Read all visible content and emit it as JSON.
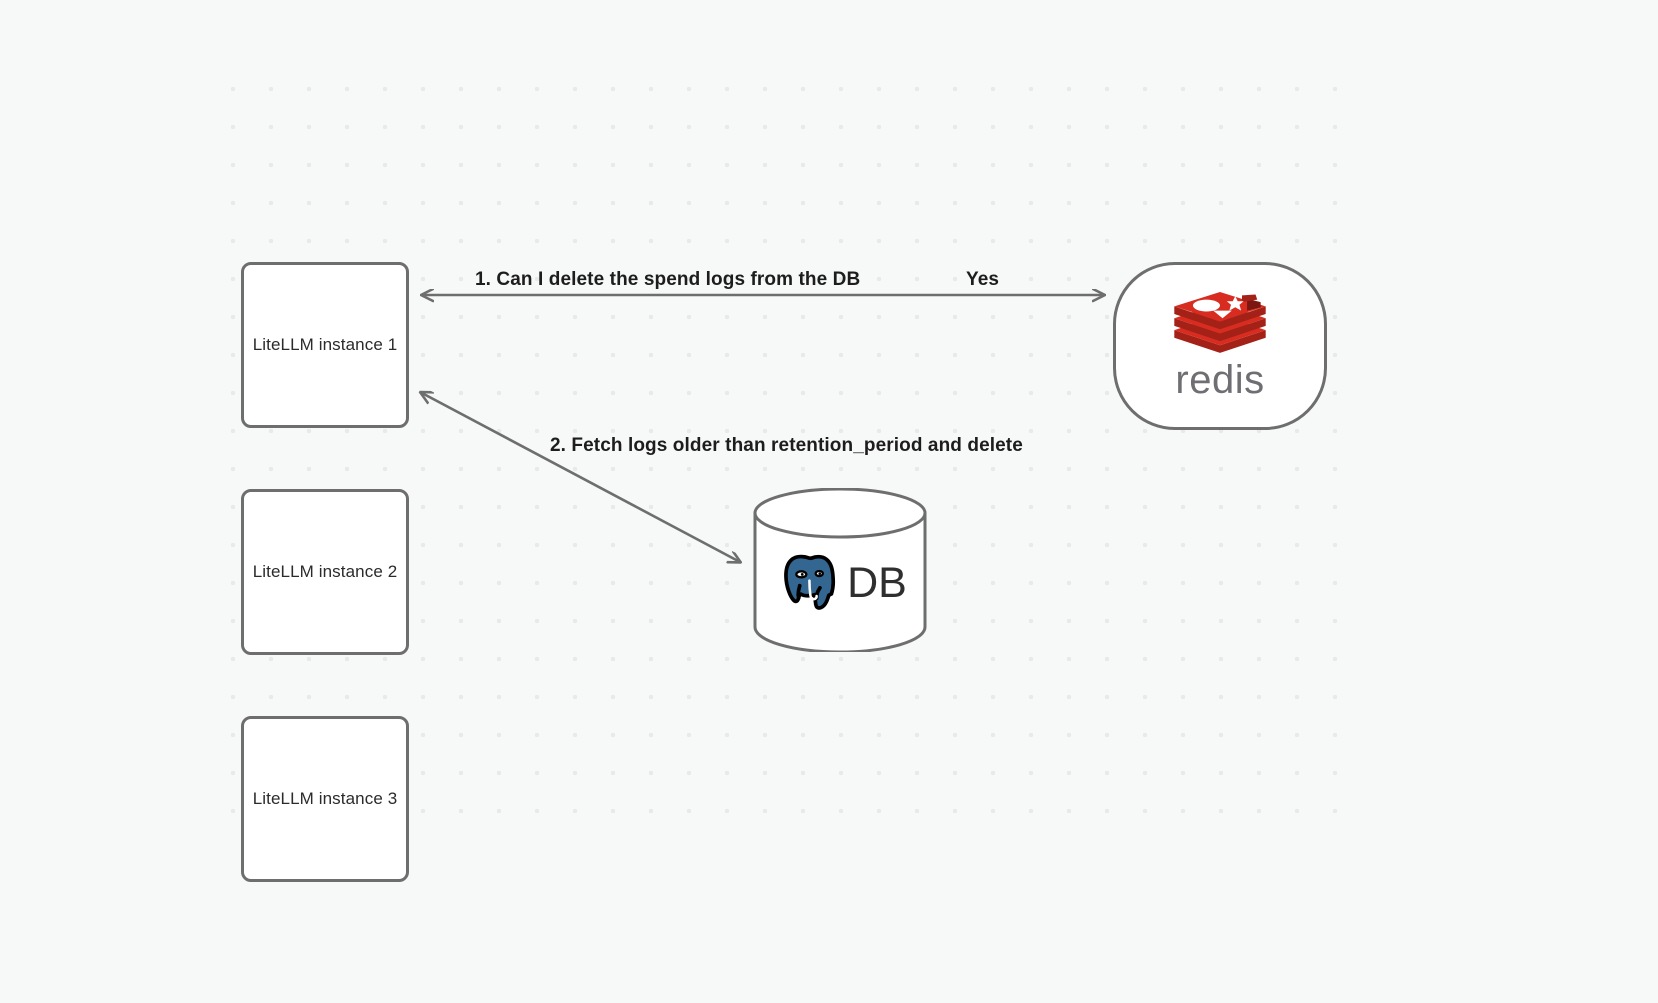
{
  "diagram": {
    "background_color": "#f7f8f8",
    "grid": "dotted",
    "nodes": [
      {
        "id": "litellm-1",
        "label": "LiteLLM instance 1",
        "shape": "rounded-rect"
      },
      {
        "id": "litellm-2",
        "label": "LiteLLM instance 2",
        "shape": "rounded-rect"
      },
      {
        "id": "litellm-3",
        "label": "LiteLLM instance 3",
        "shape": "rounded-rect"
      },
      {
        "id": "redis",
        "label": "redis",
        "shape": "stadium",
        "logo": "redis-logo-icon",
        "accent_color": "#d82c20"
      },
      {
        "id": "db",
        "label": "DB",
        "shape": "cylinder",
        "logo": "postgresql-elephant-icon",
        "accent_color": "#336791"
      }
    ],
    "edges": [
      {
        "id": "edge-1",
        "from": "redis",
        "to": "litellm-1",
        "label": "1.  Can I delete the spend logs from the DB",
        "answer": "Yes",
        "style": "solid-arrow"
      },
      {
        "id": "edge-2",
        "from": "litellm-1",
        "to": "db",
        "label": "2.  Fetch logs older than retention_period and delete",
        "style": "solid-arrow-bidirectional"
      }
    ],
    "stroke_color": "#6e6e6e"
  }
}
